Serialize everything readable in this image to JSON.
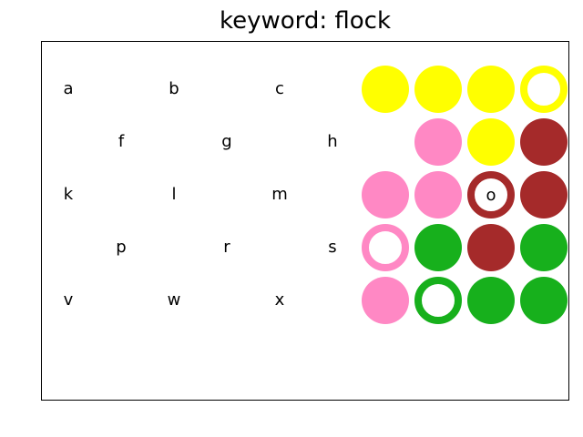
{
  "title": "keyword: flock",
  "colors": {
    "yellow": "#ffff00",
    "pink": "#ff88c4",
    "brown": "#a52a2a",
    "green": "#17b01c"
  },
  "letters": [
    "a",
    "b",
    "c",
    "f",
    "g",
    "h",
    "k",
    "l",
    "m",
    "p",
    "r",
    "s",
    "v",
    "w",
    "x"
  ],
  "pegs": [
    [
      {
        "color": "yellow",
        "style": "filled",
        "label": ""
      },
      {
        "color": "yellow",
        "style": "filled",
        "label": ""
      },
      {
        "color": "yellow",
        "style": "filled",
        "label": ""
      },
      {
        "color": "yellow",
        "style": "ring",
        "label": ""
      }
    ],
    [
      null,
      {
        "color": "pink",
        "style": "filled",
        "label": ""
      },
      {
        "color": "yellow",
        "style": "filled",
        "label": ""
      },
      {
        "color": "brown",
        "style": "filled",
        "label": ""
      }
    ],
    [
      {
        "color": "pink",
        "style": "filled",
        "label": ""
      },
      {
        "color": "pink",
        "style": "filled",
        "label": ""
      },
      {
        "color": "brown",
        "style": "ring",
        "label": "o"
      },
      {
        "color": "brown",
        "style": "filled",
        "label": ""
      }
    ],
    [
      {
        "color": "pink",
        "style": "ring",
        "label": ""
      },
      {
        "color": "green",
        "style": "filled",
        "label": ""
      },
      {
        "color": "brown",
        "style": "filled",
        "label": ""
      },
      {
        "color": "green",
        "style": "filled",
        "label": ""
      }
    ],
    [
      {
        "color": "pink",
        "style": "filled",
        "label": ""
      },
      {
        "color": "green",
        "style": "ring",
        "label": ""
      },
      {
        "color": "green",
        "style": "filled",
        "label": ""
      },
      {
        "color": "green",
        "style": "filled",
        "label": ""
      }
    ]
  ]
}
